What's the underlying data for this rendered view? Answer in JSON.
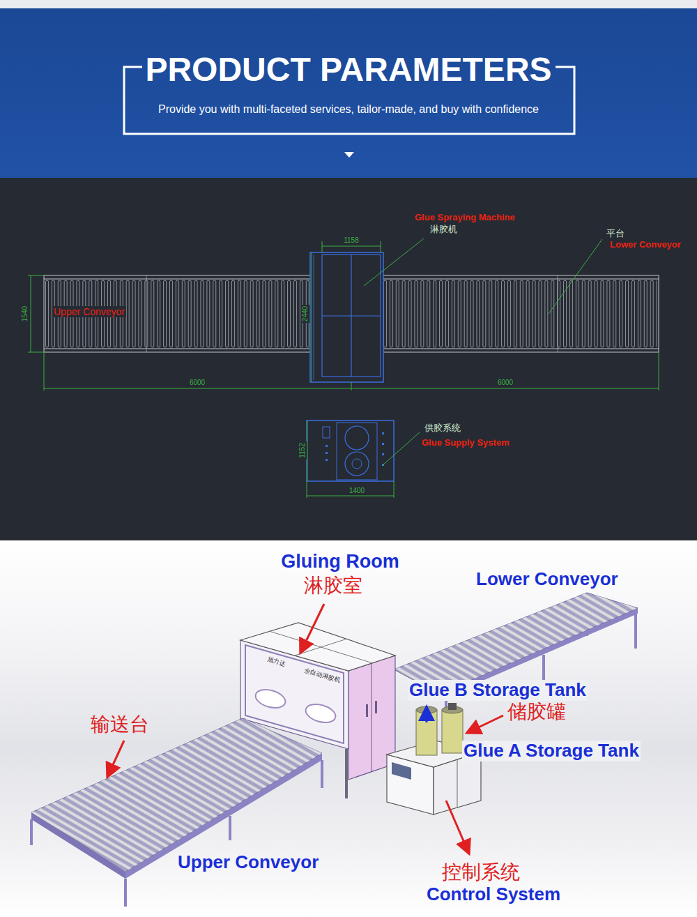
{
  "diagram": {
    "title": "PRODUCT PARAMETERS",
    "nodes": [
      {
        "text": [
          "Upper Conveyor"
        ]
      }
    ],
    "labels": [
      "Provide you with multi-faceted services, tailor-made, and buy with confidence",
      "Glue Spraying Machine",
      "淋胶机",
      "1158",
      "平台",
      "Lower Conveyor",
      "1540",
      "2440",
      "6000",
      "6000",
      "供胶系统",
      "Glue Supply System",
      "1152",
      "1400",
      "Gluing Room",
      "淋胶室",
      "Lower Conveyor",
      "旭力达",
      "全自动淋胶机",
      "Glue B Storage Tank",
      "储胶罐",
      "输送台",
      "Glue A Storage Tank",
      "Upper Conveyor",
      "控制系统",
      "Control System"
    ]
  }
}
